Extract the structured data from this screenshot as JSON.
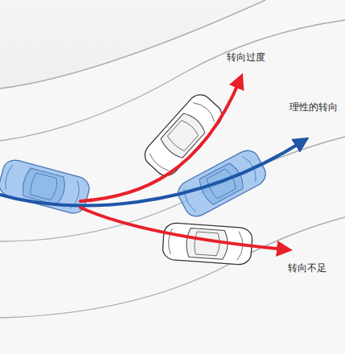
{
  "diagram": {
    "labels": [
      "转向过度",
      "理性的转向",
      "转向不足"
    ]
  }
}
